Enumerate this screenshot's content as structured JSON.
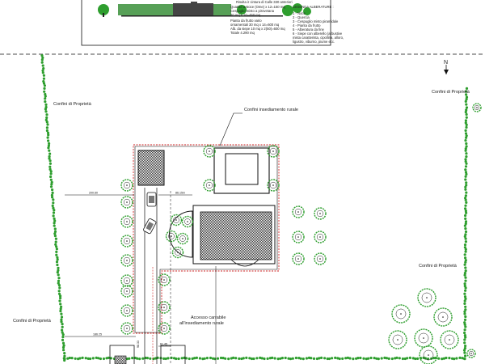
{
  "header": {
    "top_note": "Risulta ir cintura di Calle 330 anteriori",
    "quantities": [
      "Quartile a Noce (Ome) x 12=150 mq",
      "Cespuglio misto a pirovetana",
      "20 mq x 10=450 mq",
      "Pianta da frutto vario",
      "ornamentali        30 mq x 14=600 mq",
      "Alb. da siepe 10 mq x 2(50)=600 mq",
      "Totale                          4.290 mq"
    ],
    "legend_title": "LEGENDA ALBERATURE :",
    "legend_items": [
      "1 - Noce",
      "2 - Quercia",
      "3 - Cespuglio misto piramidale",
      "4 - Pianta da frutto",
      "5 - Alberatura da fine",
      "6 - Siepe con alberello (arbustive",
      "mista caratterista, cipollina, alloro,",
      "ligustro, viburno, piume ecc."
    ]
  },
  "labels": {
    "north": "N",
    "property_boundary": "Confini di Proprietà",
    "settlement_boundary": "Confini insediamento rurale",
    "access_line1": "Accesso carrabile",
    "access_line2": "all'insediamento rurale"
  },
  "dimensions": [
    "200.60",
    "86.15m",
    "186.25",
    "98.33",
    "61.45"
  ],
  "colors": {
    "line": "#111111",
    "tree_green": "#2e9e2e",
    "boundary_red": "#cc2222",
    "hatch": "#333333"
  }
}
